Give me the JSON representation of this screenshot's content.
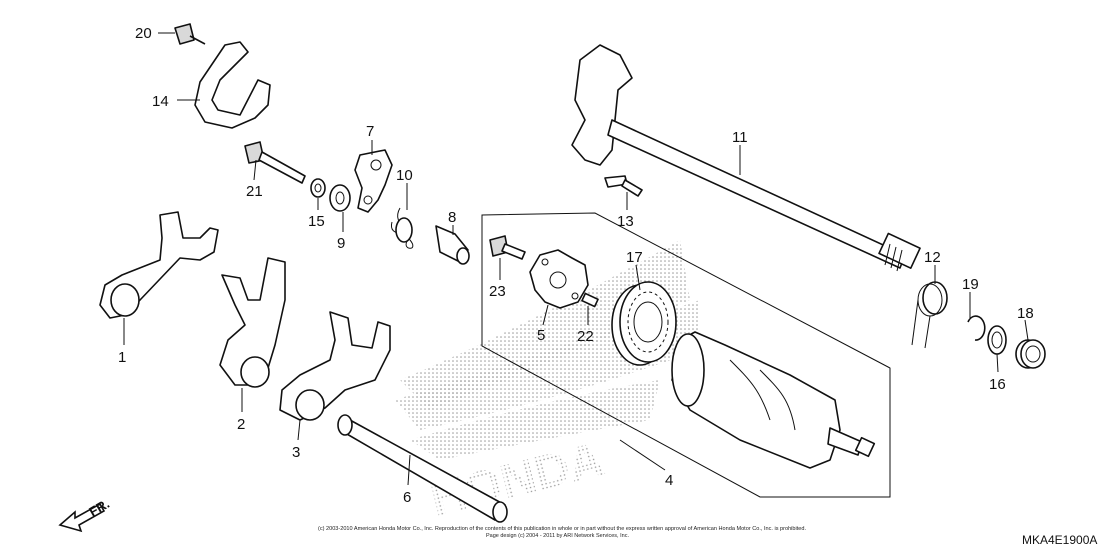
{
  "diagram": {
    "part_code": "MKA4E1900A",
    "front_label": "FR.",
    "watermark_text": "HONDA",
    "copyright_line1": "(c) 2003-2010 American Honda Motor Co., Inc. Reproduction of the contents of this publication in whole or in part without the express written approval of American Honda Motor Co., Inc. is prohibited.",
    "copyright_line2": "Page design (c) 2004 - 2011 by ARI Network Services, Inc.",
    "callouts": [
      "1",
      "2",
      "3",
      "4",
      "5",
      "6",
      "7",
      "8",
      "9",
      "10",
      "11",
      "12",
      "13",
      "14",
      "15",
      "16",
      "17",
      "18",
      "19",
      "20",
      "21",
      "22",
      "23"
    ]
  }
}
